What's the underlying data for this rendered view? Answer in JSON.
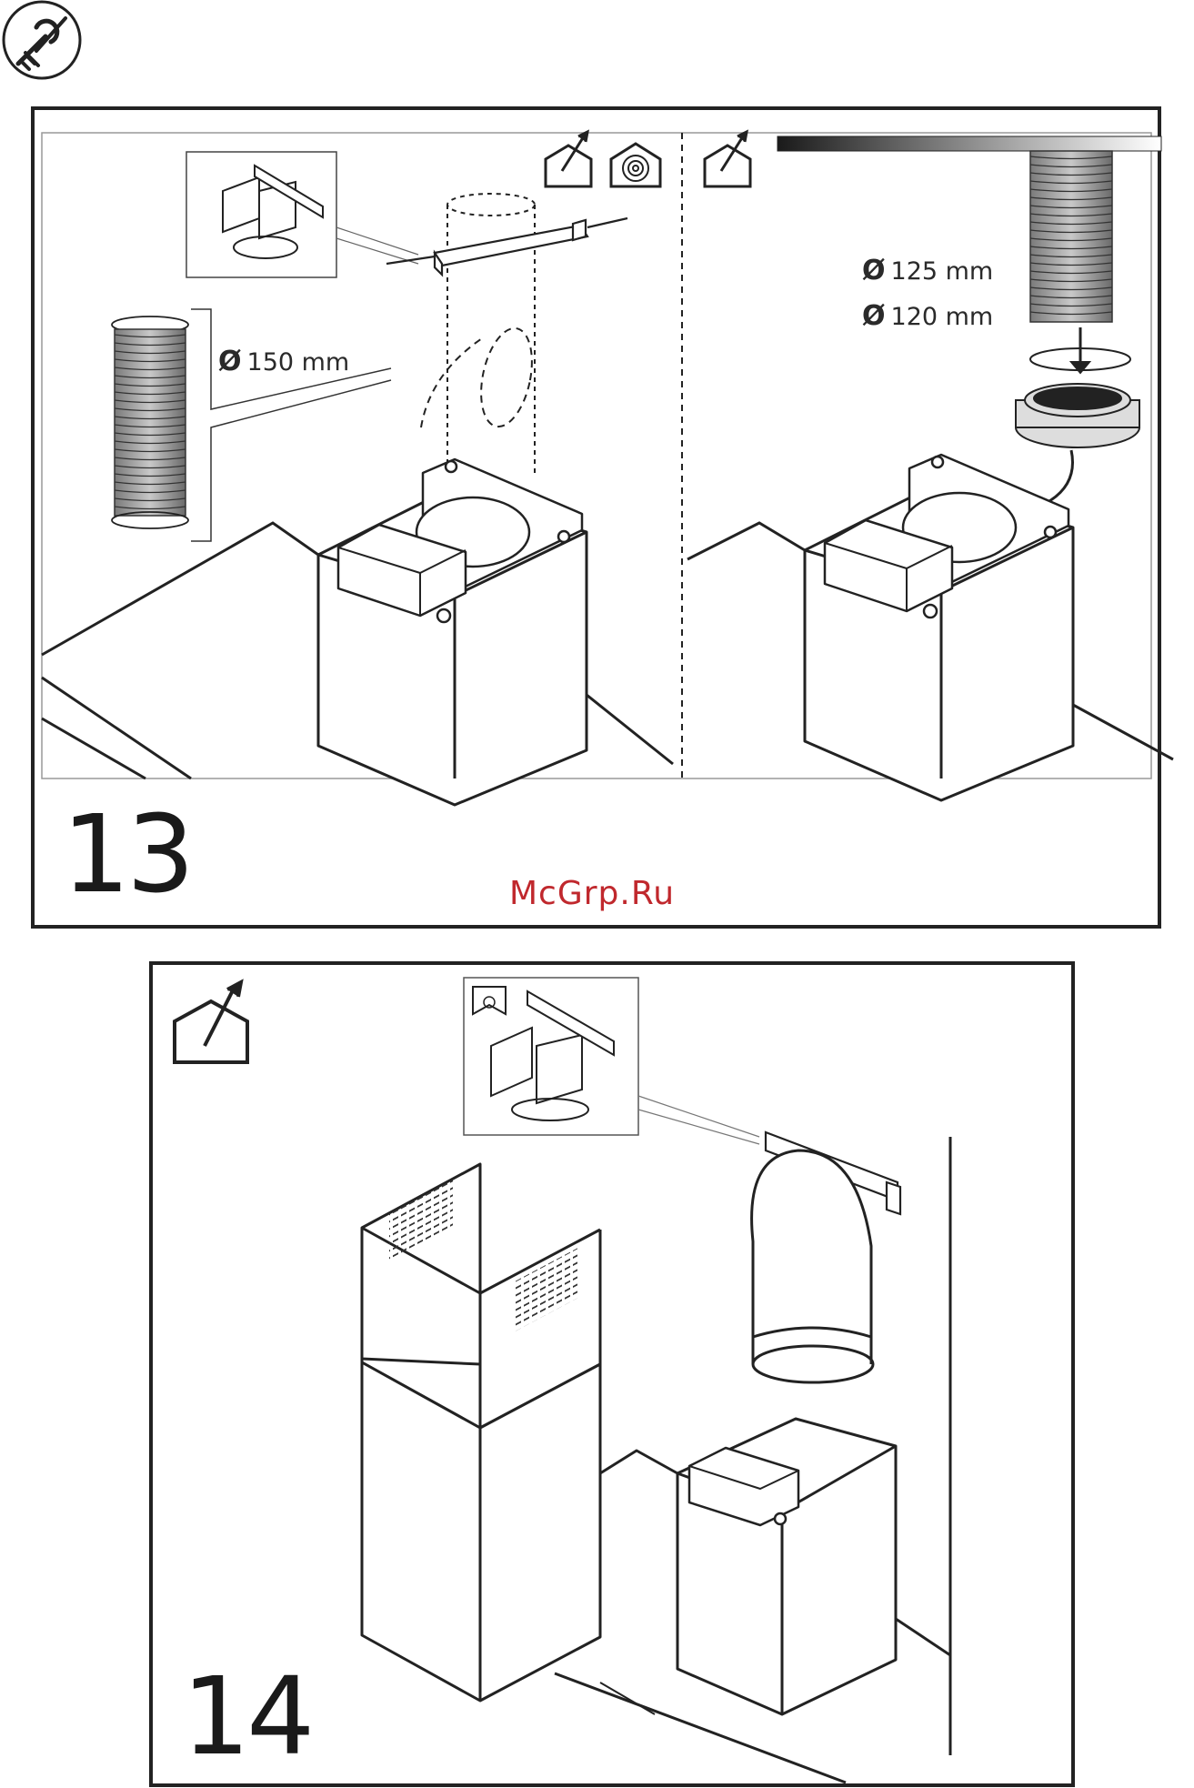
{
  "steps": {
    "step13": {
      "number": "13"
    },
    "step14": {
      "number": "14"
    }
  },
  "labels": {
    "dia150": {
      "symbol": "Ø",
      "value": "150 mm"
    },
    "dia125": {
      "symbol": "Ø",
      "value": "125 mm"
    },
    "dia120": {
      "symbol": "Ø",
      "value": "120 mm"
    }
  },
  "watermark": {
    "text": "McGrp.Ru"
  },
  "icons": {
    "tools": "tools-icon",
    "ducted": "ducted-house-icon",
    "recirculation": "recirculation-house-icon"
  },
  "colors": {
    "line": "#222222",
    "watermark": "#c0282d"
  }
}
